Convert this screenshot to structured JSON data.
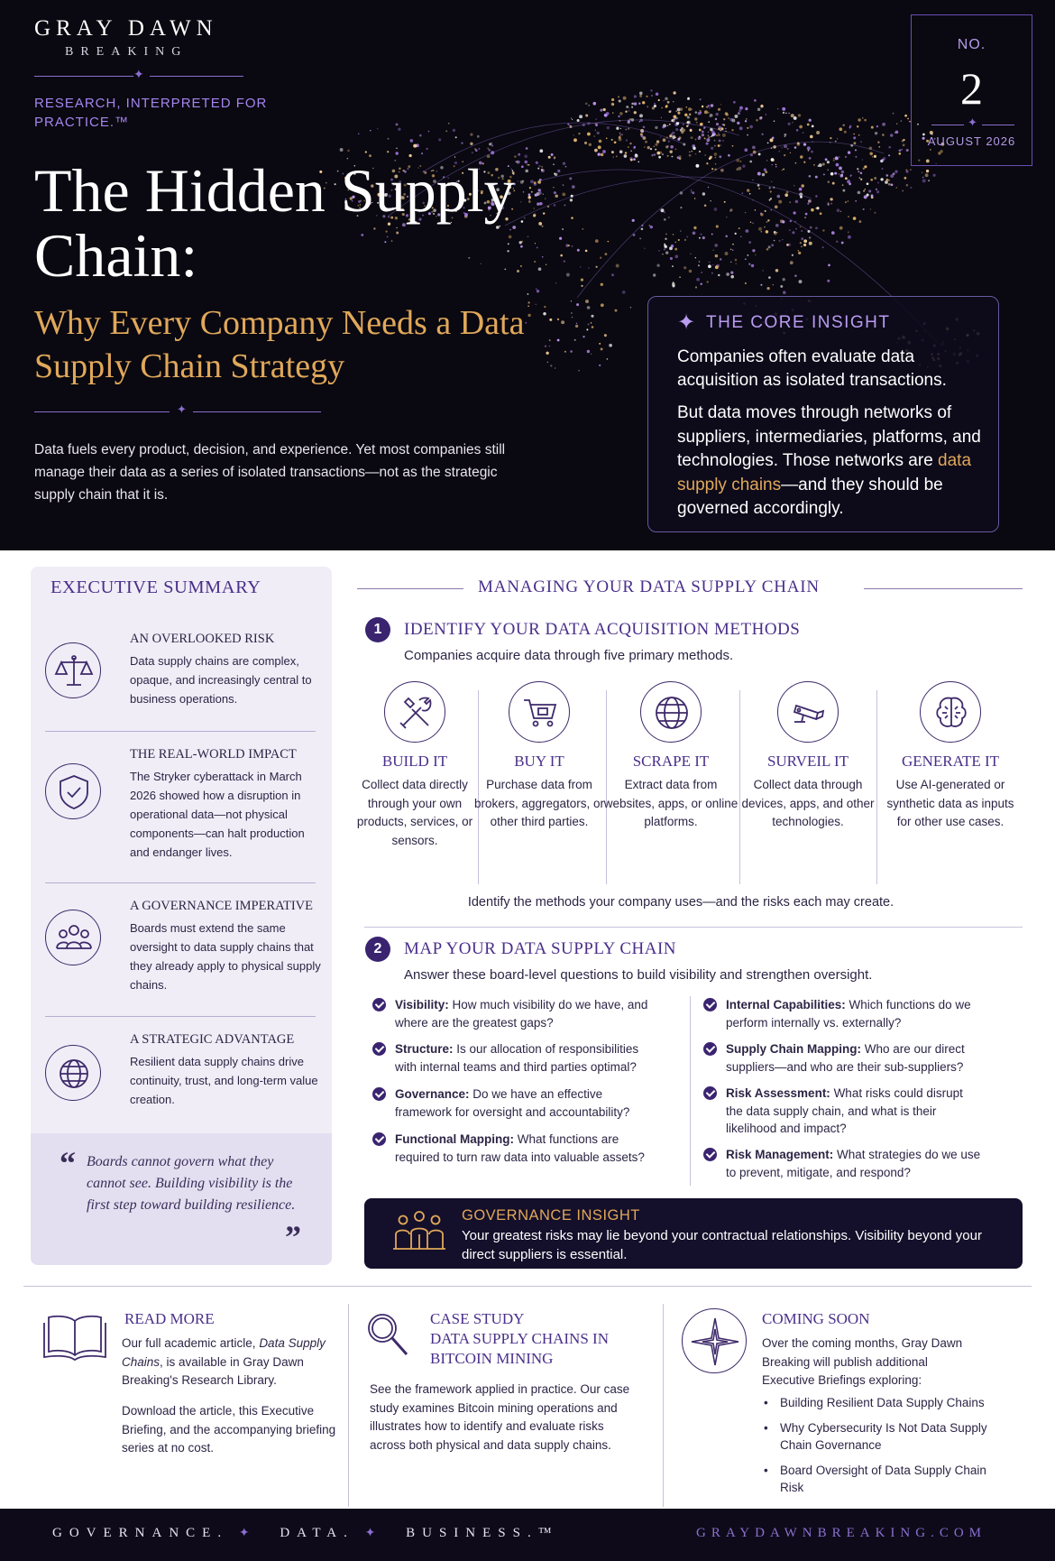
{
  "brand": {
    "name": "GRAY DAWN",
    "sub": "BREAKING",
    "tagline": "RESEARCH, INTERPRETED FOR PRACTICE.™"
  },
  "issue": {
    "no_label": "NO.",
    "number": "2",
    "date": "AUGUST 2026"
  },
  "hero": {
    "title": "The Hidden Supply Chain:",
    "subtitle": "Why Every Company Needs a Data Supply Chain Strategy",
    "intro": "Data fuels every product, decision, and experience. Yet most companies still manage their data as a series of isolated transactions—not as the strategic supply chain that it is."
  },
  "core_insight": {
    "title": "THE CORE INSIGHT",
    "p1": "Companies often evaluate data acquisition as isolated transactions.",
    "p2_a": "But data moves through networks of suppliers, intermediaries, platforms, and technologies. Those networks are ",
    "p2_highlight": "data supply chains",
    "p2_b": "—and they should be governed accordingly."
  },
  "exec_summary": {
    "title": "EXECUTIVE SUMMARY",
    "items": [
      {
        "icon": "scales-icon",
        "head": "AN OVERLOOKED RISK",
        "body": "Data supply chains are complex, opaque, and increasingly central to business operations."
      },
      {
        "icon": "shield-check-icon",
        "head": "THE REAL-WORLD IMPACT",
        "body": "The Stryker cyberattack in March 2026 showed how a disruption in operational data—not physical components—can halt production and endanger lives."
      },
      {
        "icon": "people-icon",
        "head": "A GOVERNANCE IMPERATIVE",
        "body": "Boards must extend the same oversight to data supply chains that they already apply to physical supply chains."
      },
      {
        "icon": "globe-icon",
        "head": "A STRATEGIC ADVANTAGE",
        "body": "Resilient data supply chains drive continuity, trust, and long-term value creation."
      }
    ],
    "quote": "Boards cannot govern what they cannot see. Building visibility is the first step toward building resilience."
  },
  "managing": {
    "title": "MANAGING YOUR DATA SUPPLY CHAIN",
    "step1": {
      "num": "1",
      "title": "IDENTIFY YOUR DATA ACQUISITION METHODS",
      "sub": "Companies acquire data through five primary methods.",
      "methods": [
        {
          "icon": "tools-icon",
          "title": "BUILD IT",
          "desc": "Collect data directly through your own products, services, or sensors."
        },
        {
          "icon": "cart-icon",
          "title": "BUY IT",
          "desc": "Purchase data from brokers, aggregators, or other third parties."
        },
        {
          "icon": "web-globe-icon",
          "title": "SCRAPE IT",
          "desc": "Extract data from websites, apps, or online platforms."
        },
        {
          "icon": "camera-icon",
          "title": "SURVEIL IT",
          "desc": "Collect data through devices, apps, and other technologies."
        },
        {
          "icon": "brain-icon",
          "title": "GENERATE IT",
          "desc": "Use AI-generated or synthetic data as inputs for other use cases."
        }
      ],
      "note": "Identify the methods your company uses—and the risks each may create."
    },
    "step2": {
      "num": "2",
      "title": "MAP YOUR DATA SUPPLY CHAIN",
      "sub": "Answer these board-level questions to build visibility and strengthen oversight.",
      "left": [
        {
          "label": "Visibility:",
          "text": " How much visibility do we have, and where are the greatest gaps?"
        },
        {
          "label": "Structure:",
          "text": " Is our allocation of responsibilities with internal teams and third parties optimal?"
        },
        {
          "label": "Governance:",
          "text": " Do we have an effective framework for oversight and accountability?"
        },
        {
          "label": "Functional Mapping:",
          "text": " What functions are required to turn raw data into valuable assets?"
        }
      ],
      "right": [
        {
          "label": "Internal Capabilities:",
          "text": " Which functions do we perform internally vs. externally?"
        },
        {
          "label": "Supply Chain Mapping:",
          "text": " Who are our direct suppliers—and who are their sub-suppliers?"
        },
        {
          "label": "Risk Assessment:",
          "text": " What risks could disrupt the data supply chain, and what is their likelihood and impact?"
        },
        {
          "label": "Risk Management:",
          "text": " What strategies do we use to prevent, mitigate, and respond?"
        }
      ]
    },
    "governance": {
      "title": "GOVERNANCE INSIGHT",
      "body": "Your greatest risks may lie beyond your contractual relationships. Visibility beyond your direct suppliers is essential."
    }
  },
  "read_more": {
    "title": "READ MORE",
    "p1_a": "Our full academic article, ",
    "p1_em": "Data Supply Chains",
    "p1_b": ", is available in Gray Dawn Breaking's Research Library.",
    "p2": "Download the article, this Executive Briefing, and the accompanying briefing series at no cost."
  },
  "case_study": {
    "label": "CASE STUDY",
    "title": "DATA SUPPLY CHAINS IN BITCOIN MINING",
    "body": "See the framework applied in practice. Our case study examines Bitcoin mining operations and illustrates how to identify and evaluate risks across both physical and data supply chains."
  },
  "coming_soon": {
    "title": "COMING SOON",
    "body": "Over the coming months, Gray Dawn Breaking will publish additional Executive Briefings exploring:",
    "items": [
      "Building Resilient Data Supply Chains",
      "Why Cybersecurity Is Not Data Supply Chain Governance",
      "Board Oversight of Data Supply Chain Risk"
    ]
  },
  "footer": {
    "w1": "GOVERNANCE.",
    "w2": "DATA.",
    "w3": "BUSINESS.™",
    "url": "GRAYDAWNBREAKING.COM"
  },
  "colors": {
    "accent": "#4a2f8a",
    "gold": "#e0a85a",
    "dark": "#0a0810",
    "lavender": "#f0edf7"
  }
}
